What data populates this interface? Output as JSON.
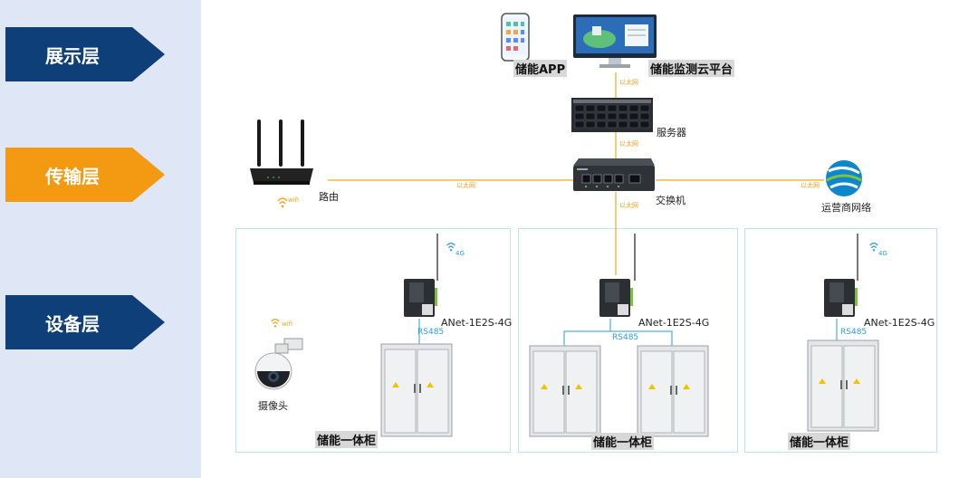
{
  "layers": {
    "display": "展示层",
    "transport": "传输层",
    "device": "设备层"
  },
  "top": {
    "app_label": "储能APP",
    "platform_label": "储能监测云平台",
    "server_label": "服务器",
    "switch_label": "交换机",
    "router_label": "路由",
    "carrier_label": "运营商网络"
  },
  "links": {
    "ethernet": "以太网",
    "rs485": "RS485",
    "wifi": "wifi",
    "g4": "4G"
  },
  "cabinets": {
    "gateway_label": "ANet-1E2S-4G",
    "cabinet_label": "储能一体柜",
    "camera_label": "摄像头"
  },
  "colors": {
    "blue_layer": "#0e3f78",
    "orange_layer": "#f39a12",
    "ethernet_line": "#f5a623",
    "rs485_line": "#2a9fd6",
    "box_border": "#bfe3ef"
  }
}
